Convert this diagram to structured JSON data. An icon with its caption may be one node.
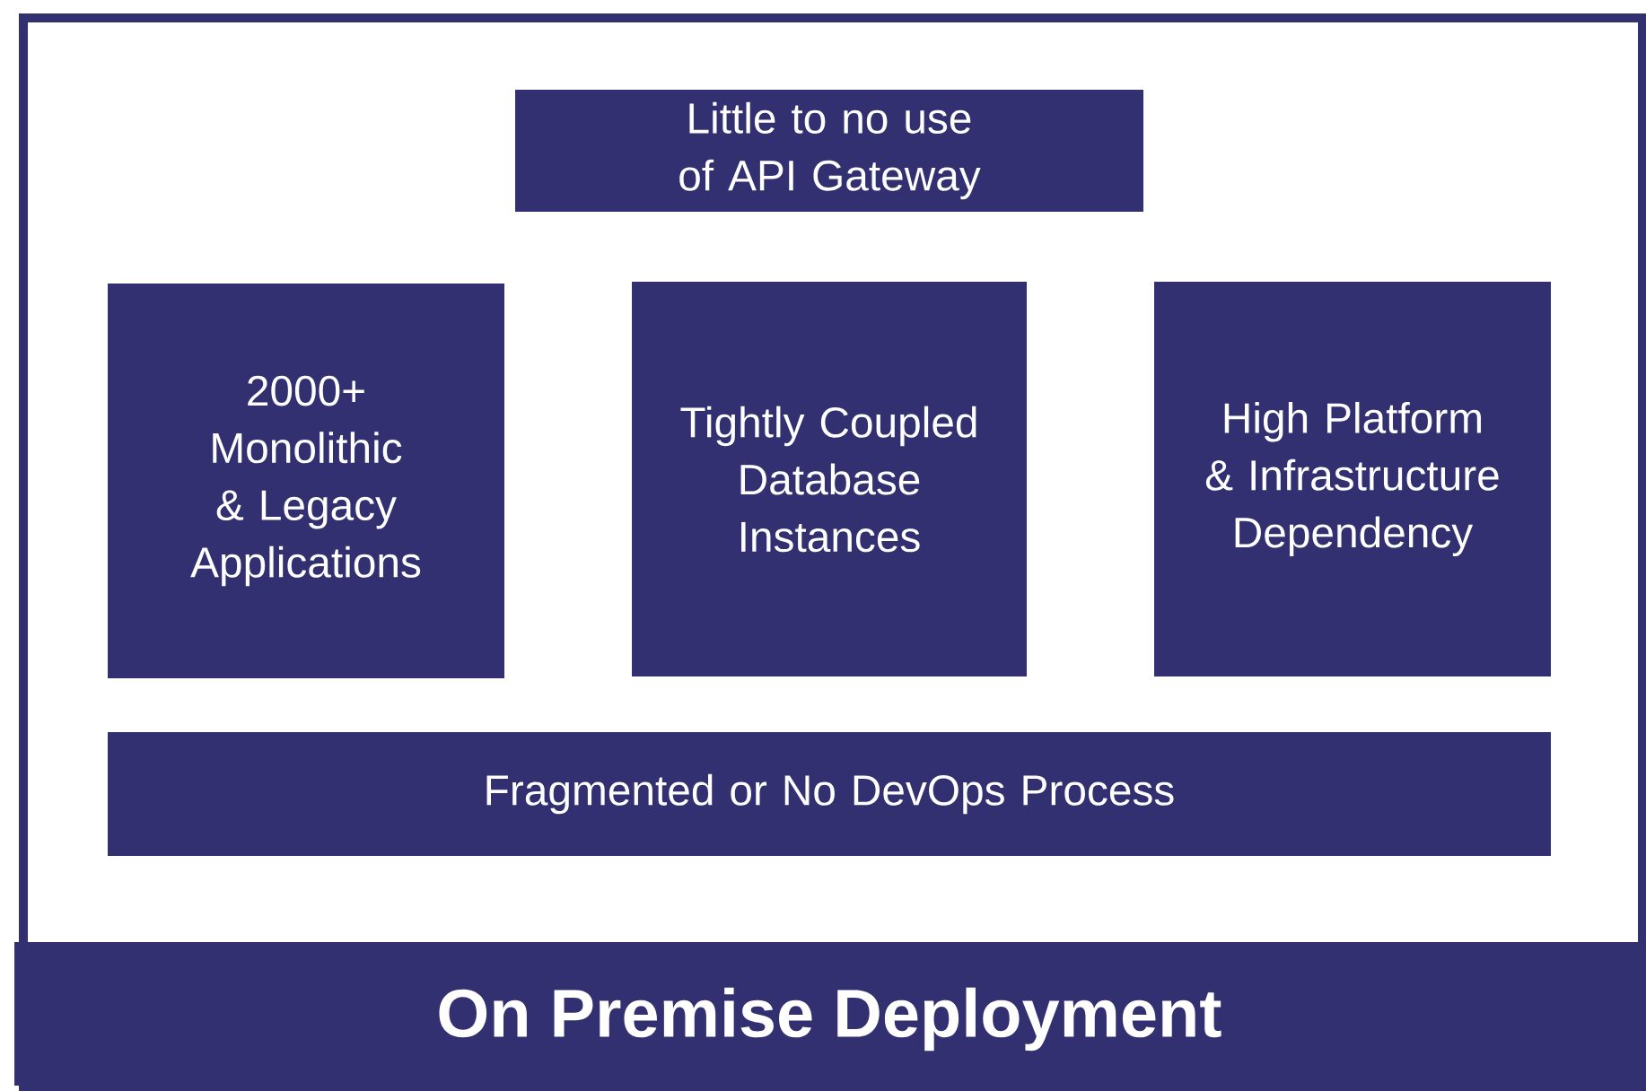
{
  "diagram": {
    "nodes": [
      {
        "text": [
          "On Premise Deployment"
        ]
      },
      {
        "text": [
          "Little to no use of API Gateway"
        ],
        "in": 0
      },
      {
        "text": [
          "2000+ Monolithic & Legacy Applications"
        ],
        "in": 0
      },
      {
        "text": [
          "Tightly Coupled Database Instances"
        ],
        "in": 0
      },
      {
        "text": [
          "High Platform & Infrastructure Dependency"
        ],
        "in": 0
      },
      {
        "text": [
          "Fragmented or No DevOps Process"
        ],
        "in": 0
      }
    ]
  }
}
